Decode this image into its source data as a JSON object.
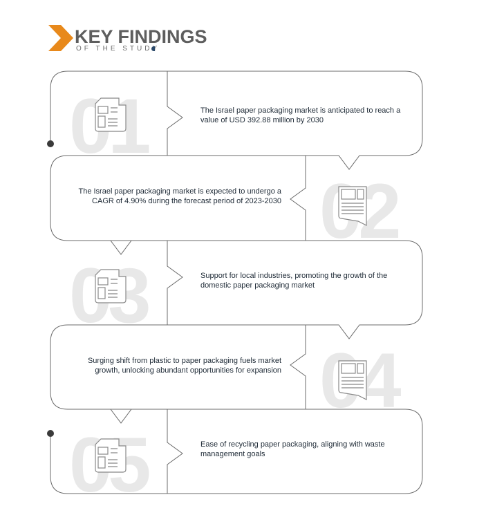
{
  "header": {
    "title": "KEY FINDINGS",
    "subtitle": "OF THE STUDY"
  },
  "colors": {
    "accent": "#e8891b",
    "line": "#6b6b6b",
    "number": "#e8e8e8",
    "text": "#1e2a36"
  },
  "findings": [
    {
      "number": "01",
      "text": "The Israel paper packaging market is anticipated to reach a value of USD 392.88 million by 2030",
      "icon": "newspaper-icon"
    },
    {
      "number": "02",
      "text": "The Israel paper packaging market is expected to undergo a CAGR of 4.90% during the forecast period of 2023-2030",
      "icon": "newspaper-icon"
    },
    {
      "number": "03",
      "text": "Support for local industries, promoting the growth of the domestic paper packaging market",
      "icon": "newspaper-icon"
    },
    {
      "number": "04",
      "text": "Surging shift from plastic to paper packaging fuels market growth, unlocking abundant opportunities for expansion",
      "icon": "newspaper-icon"
    },
    {
      "number": "05",
      "text": "Ease of recycling paper packaging, aligning with waste management goals",
      "icon": "newspaper-icon"
    }
  ]
}
